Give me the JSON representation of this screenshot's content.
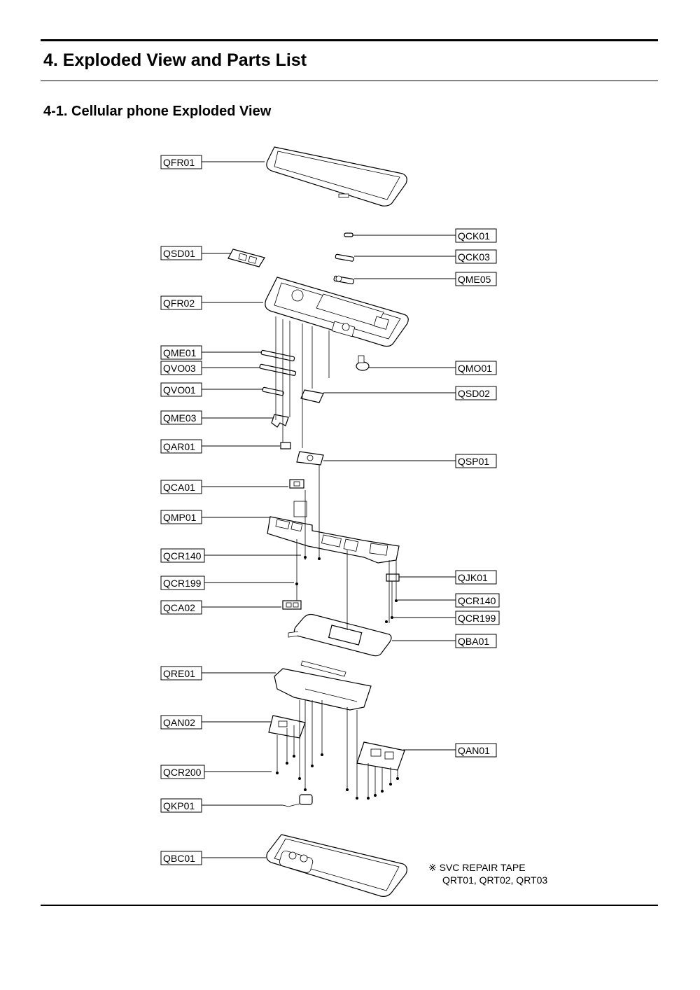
{
  "header": {
    "title": "4. Exploded View and Parts List",
    "section": "4-1. Cellular phone Exploded View"
  },
  "labels": {
    "left": [
      "QFR01",
      "QSD01",
      "QFR02",
      "QME01",
      "QVO03",
      "QVO01",
      "QME03",
      "QAR01",
      "QCA01",
      "QMP01",
      "QCR140",
      "QCR199",
      "QCA02",
      "QRE01",
      "QAN02",
      "QCR200",
      "QKP01",
      "QBC01"
    ],
    "right": [
      "QCK01",
      "QCK03",
      "QME05",
      "QMO01",
      "QSD02",
      "QSP01",
      "QJK01",
      "QCR140",
      "QCR199",
      "QBA01",
      "QAN01"
    ]
  },
  "note": {
    "line1": "※ SVC REPAIR TAPE",
    "line2": "QRT01, QRT02, QRT03"
  }
}
